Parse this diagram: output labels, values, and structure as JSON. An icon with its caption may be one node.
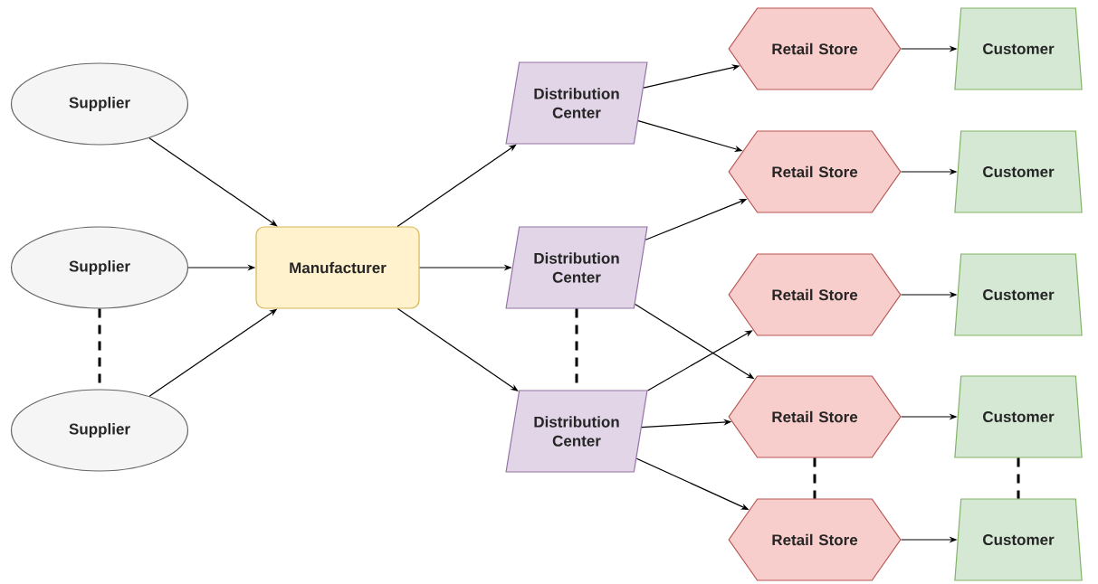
{
  "diagram": {
    "nodes": [
      {
        "text": [
          "Supplier"
        ]
      },
      {
        "text": [
          "Supplier"
        ]
      },
      {
        "text": [
          "Supplier"
        ]
      },
      {
        "text": [
          "Manufacturer"
        ]
      },
      {
        "text": [
          "Distribution Center"
        ]
      },
      {
        "text": [
          "Distribution Center"
        ]
      },
      {
        "text": [
          "Distribution Center"
        ]
      },
      {
        "text": [
          "Retail Store"
        ]
      },
      {
        "text": [
          "Retail Store"
        ]
      },
      {
        "text": [
          "Retail Store"
        ]
      },
      {
        "text": [
          "Retail Store"
        ]
      },
      {
        "text": [
          "Retail Store"
        ]
      },
      {
        "text": [
          "Customer"
        ]
      },
      {
        "text": [
          "Customer"
        ]
      },
      {
        "text": [
          "Customer"
        ]
      },
      {
        "text": [
          "Customer"
        ]
      },
      {
        "text": [
          "Customer"
        ]
      }
    ],
    "edges": [
      {
        "from": 0,
        "to": 3,
        "arrow": "to"
      },
      {
        "from": 1,
        "to": 3,
        "arrow": "to"
      },
      {
        "from": 2,
        "to": 3,
        "arrow": "to"
      },
      {
        "from": 1,
        "to": 2,
        "arrow": "none",
        "style": "dashed"
      },
      {
        "from": 3,
        "to": 4,
        "arrow": "to"
      },
      {
        "from": 3,
        "to": 5,
        "arrow": "to"
      },
      {
        "from": 3,
        "to": 6,
        "arrow": "to"
      },
      {
        "from": 5,
        "to": 6,
        "arrow": "none",
        "style": "dashed"
      },
      {
        "from": 4,
        "to": 7,
        "arrow": "to"
      },
      {
        "from": 4,
        "to": 8,
        "arrow": "to"
      },
      {
        "from": 5,
        "to": 8,
        "arrow": "to"
      },
      {
        "from": 5,
        "to": 10,
        "arrow": "to"
      },
      {
        "from": 6,
        "to": 9,
        "arrow": "to"
      },
      {
        "from": 6,
        "to": 10,
        "arrow": "to"
      },
      {
        "from": 6,
        "to": 11,
        "arrow": "to"
      },
      {
        "from": 10,
        "to": 11,
        "arrow": "none",
        "style": "dashed"
      },
      {
        "from": 7,
        "to": 12,
        "arrow": "to"
      },
      {
        "from": 8,
        "to": 13,
        "arrow": "to"
      },
      {
        "from": 9,
        "to": 14,
        "arrow": "to"
      },
      {
        "from": 10,
        "to": 15,
        "arrow": "to"
      },
      {
        "from": 11,
        "to": 16,
        "arrow": "to"
      },
      {
        "from": 15,
        "to": 16,
        "arrow": "none",
        "style": "dashed"
      }
    ]
  }
}
